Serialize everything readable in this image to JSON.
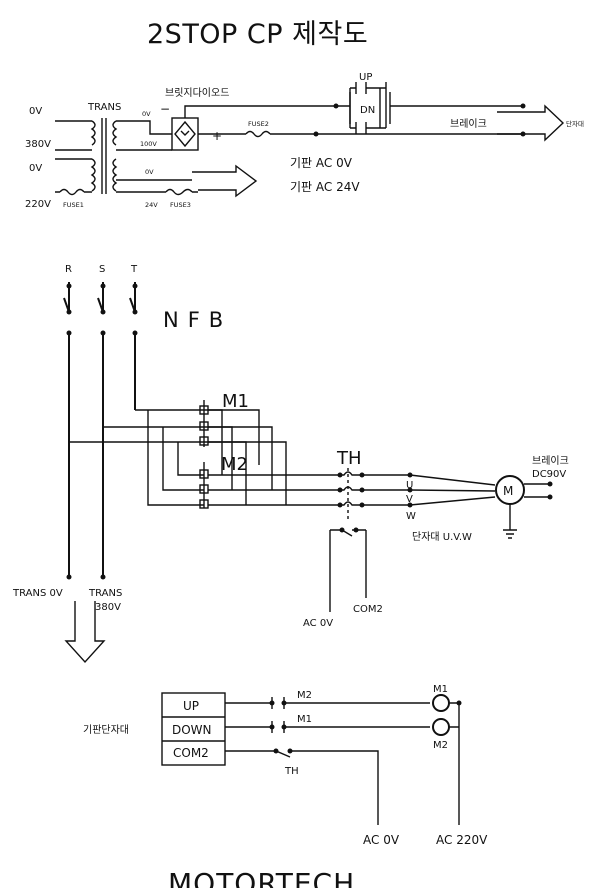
{
  "title": "2STOP CP 제작도",
  "top_circuit": {
    "labels": {
      "in_0v_top": "0V",
      "in_380v": "380V",
      "in_0v_bottom": "0V",
      "in_220v": "220V",
      "trans": "TRANS",
      "bridge_diode": "브릿지다이오드",
      "minus": "−",
      "plus": "+",
      "sec_0v_top": "0V",
      "sec_100v": "100V",
      "sec_0v_bottom": "0V",
      "sec_24v": "24V",
      "fuse1": "FUSE1",
      "fuse2": "FUSE2",
      "fuse3": "FUSE3",
      "up": "UP",
      "dn": "DN",
      "brake": "브레이크",
      "terminal": "단자대",
      "board_ac0v": "기판 AC 0V",
      "board_ac24v": "기판 AC 24V"
    }
  },
  "power_circuit": {
    "labels": {
      "r": "R",
      "s": "S",
      "t": "T",
      "nfb": "NFB",
      "m1": "M1",
      "m2": "M2",
      "th": "TH",
      "u": "U",
      "v": "V",
      "w": "W",
      "motor": "M",
      "brake": "브레이크",
      "brake_voltage": "DC90V",
      "terminal_uvw": "단자대 U.V.W",
      "trans_0v": "TRANS 0V",
      "trans": "TRANS",
      "v380": "380V",
      "ac0v": "AC 0V",
      "com2": "COM2"
    }
  },
  "control_circuit": {
    "terminal_rows": [
      "UP",
      "DOWN",
      "COM2"
    ],
    "labels": {
      "board_terminal": "기판단자대",
      "m2_contact": "M2",
      "m1_contact": "M1",
      "th_contact": "TH",
      "m1_coil": "M1",
      "m2_coil": "M2",
      "ac0v": "AC 0V",
      "ac220v": "AC 220V"
    }
  },
  "footer": "MOTORTECH"
}
